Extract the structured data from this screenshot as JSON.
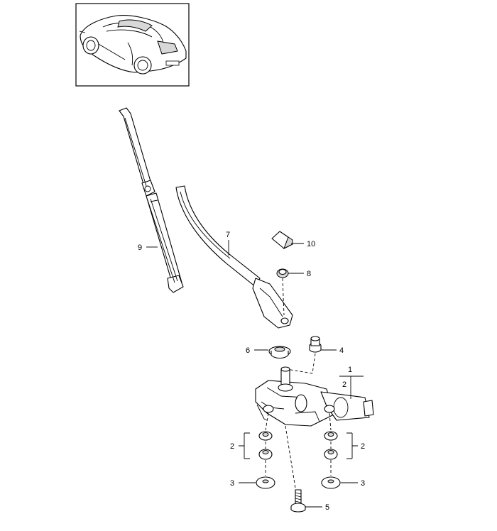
{
  "labels": {
    "l1": "1",
    "l2_top": "2",
    "l2_left": "2",
    "l2_right": "2",
    "l3_left": "3",
    "l3_right": "3",
    "l4": "4",
    "l5": "5",
    "l6": "6",
    "l7": "7",
    "l8": "8",
    "l9": "9",
    "l10": "10"
  }
}
